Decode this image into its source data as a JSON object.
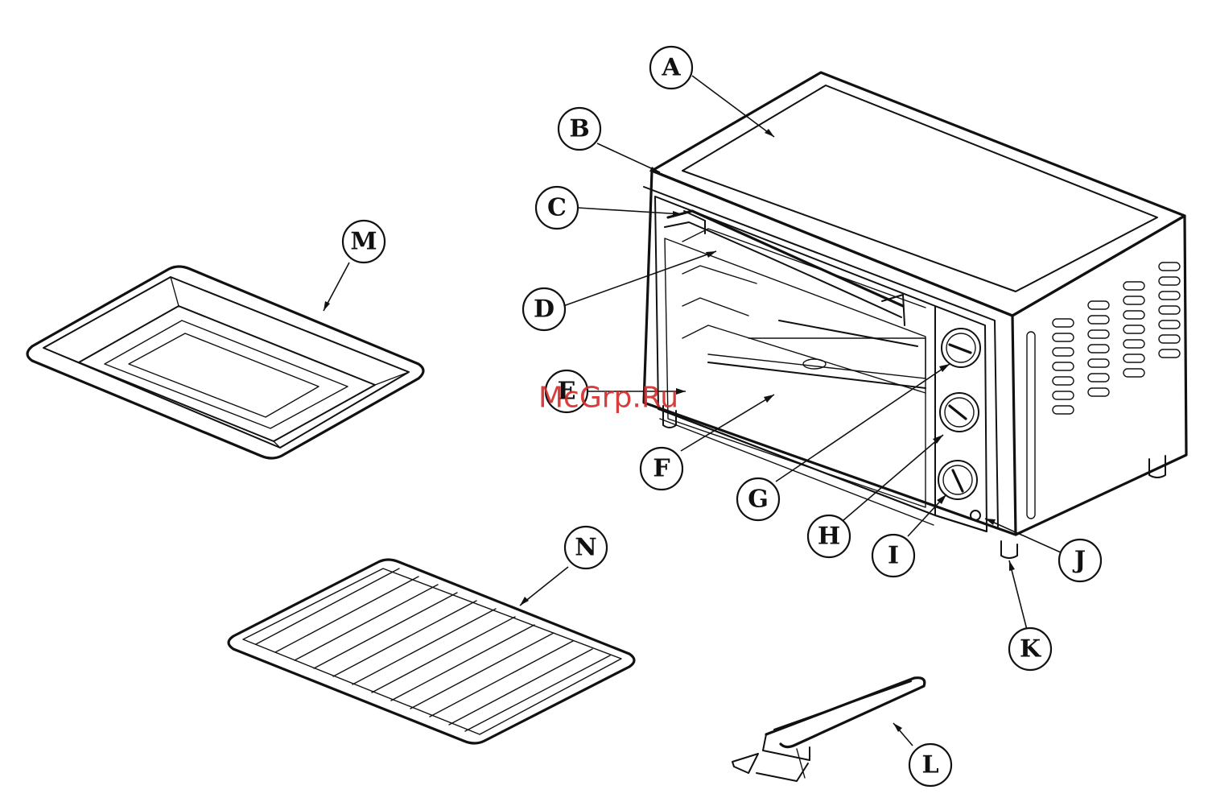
{
  "colors": {
    "ink": "#111111",
    "watermark": "#d22a2a",
    "background": "#ffffff"
  },
  "watermark": "McGrp.Ru",
  "callouts": [
    {
      "id": "A",
      "label": "A"
    },
    {
      "id": "B",
      "label": "B"
    },
    {
      "id": "C",
      "label": "C"
    },
    {
      "id": "D",
      "label": "D"
    },
    {
      "id": "E",
      "label": "E"
    },
    {
      "id": "F",
      "label": "F"
    },
    {
      "id": "G",
      "label": "G"
    },
    {
      "id": "H",
      "label": "H"
    },
    {
      "id": "I",
      "label": "I"
    },
    {
      "id": "J",
      "label": "J"
    },
    {
      "id": "K",
      "label": "K"
    },
    {
      "id": "L",
      "label": "L"
    },
    {
      "id": "M",
      "label": "M"
    },
    {
      "id": "N",
      "label": "N"
    }
  ]
}
